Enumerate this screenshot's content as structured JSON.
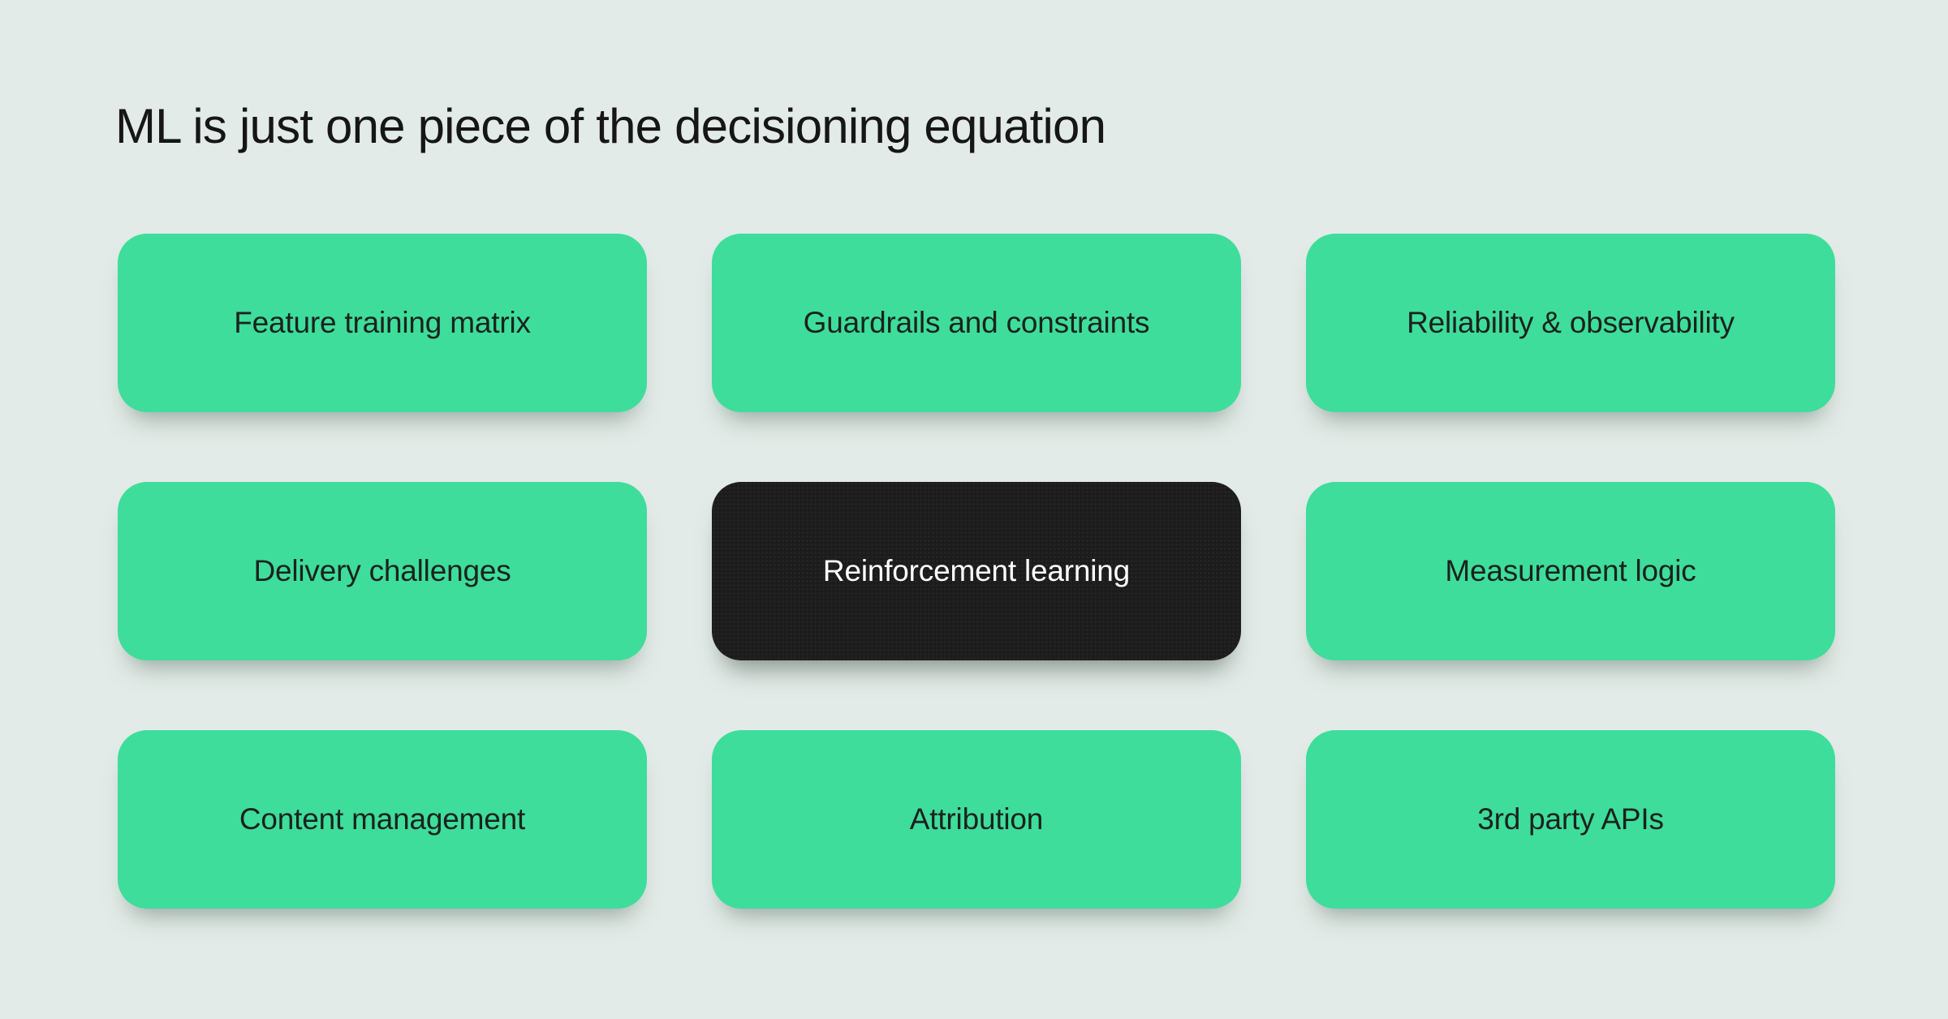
{
  "slide": {
    "title": "ML is just one piece of the decisioning equation"
  },
  "colors": {
    "background": "#e2ebe7",
    "card_green": "#3edd9b",
    "card_dark": "#1c1c1c",
    "title_color": "#161616",
    "text_on_green": "#1b221e",
    "text_on_dark": "#ffffff"
  },
  "cards": [
    {
      "label": "Feature training matrix",
      "variant": "green"
    },
    {
      "label": "Guardrails and constraints",
      "variant": "green"
    },
    {
      "label": "Reliability & observability",
      "variant": "green"
    },
    {
      "label": "Delivery challenges",
      "variant": "green"
    },
    {
      "label": "Reinforcement learning",
      "variant": "dark"
    },
    {
      "label": "Measurement logic",
      "variant": "green"
    },
    {
      "label": "Content management",
      "variant": "green"
    },
    {
      "label": "Attribution",
      "variant": "green"
    },
    {
      "label": "3rd party APIs",
      "variant": "green"
    }
  ]
}
